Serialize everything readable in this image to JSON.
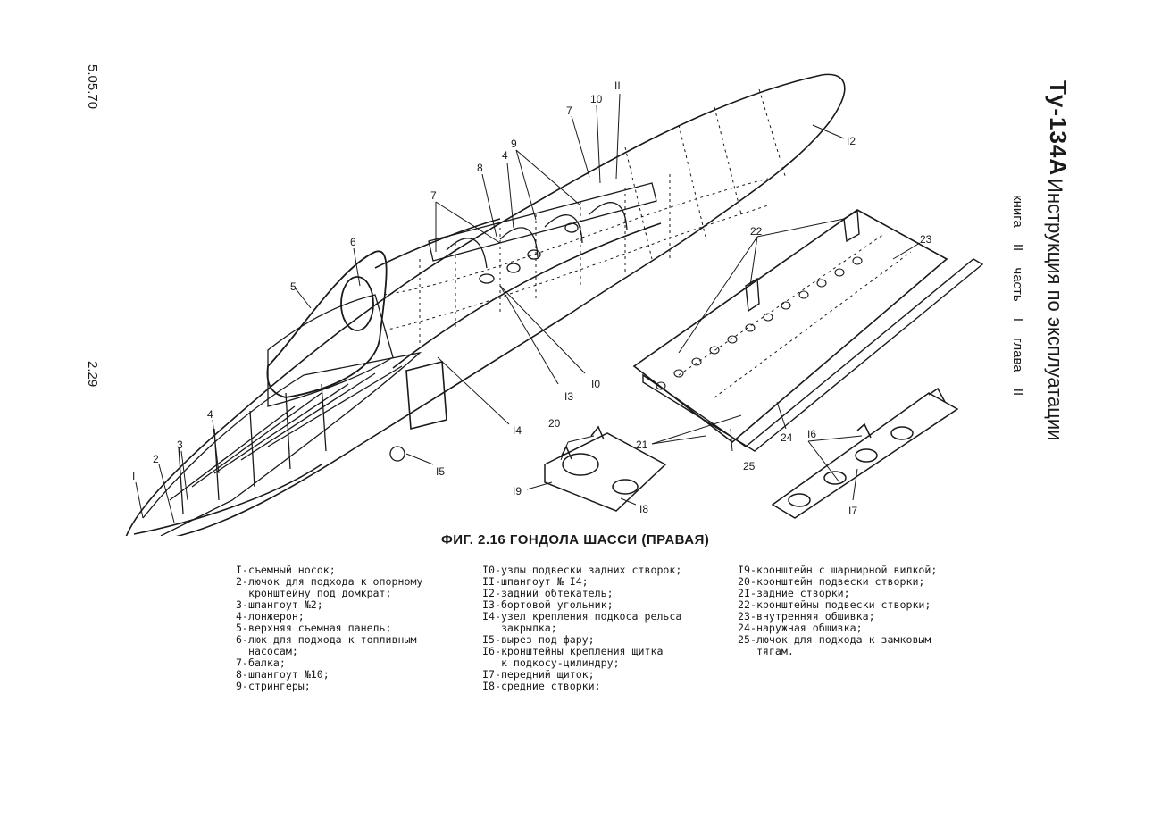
{
  "margin_left": {
    "date": "5.05.70",
    "page_number": "2.29"
  },
  "header": {
    "logo": "Ту-134А",
    "title": "Инструкция по эксплуатации",
    "subtitle": "книга II   часть I   глава II"
  },
  "figure": {
    "caption": "ФИГ. 2.16 ГОНДОЛА ШАССИ (ПРАВАЯ)",
    "callouts": {
      "c1": "I",
      "c2": "2",
      "c3": "3",
      "c4a": "4",
      "c4b": "4",
      "c5": "5",
      "c6": "6",
      "c7a": "7",
      "c7b": "7",
      "c8": "8",
      "c9": "9",
      "c10a": "10",
      "c10b": "I0",
      "c11": "II",
      "c12": "I2",
      "c13": "I3",
      "c14": "I4",
      "c15": "I5",
      "c16": "I6",
      "c17": "I7",
      "c18": "I8",
      "c19": "I9",
      "c20": "20",
      "c21": "21",
      "c22": "22",
      "c23": "23",
      "c24": "24",
      "c25": "25"
    }
  },
  "legend": {
    "col1": [
      "I-съемный носок;",
      "2-лючок для подхода к опорному",
      "  кронштейну под домкрат;",
      "3-шпангоут №2;",
      "4-лонжерон;",
      "5-верхняя съемная панель;",
      "6-люк для подхода к топливным",
      "  насосам;",
      "7-балка;",
      "8-шпангоут №10;",
      "9-стрингеры;"
    ],
    "col2": [
      "I0-узлы подвески задних створок;",
      "II-шпангоут № I4;",
      "I2-задний обтекатель;",
      "I3-бортовой угольник;",
      "I4-узел крепления подкоса рельса",
      "   закрылка;",
      "I5-вырез под фару;",
      "I6-кронштейны крепления щитка",
      "   к подкосу-цилиндру;",
      "I7-передний щиток;",
      "I8-средние створки;"
    ],
    "col3": [
      "I9-кронштейн с шарнирной вилкой;",
      "20-кронштейн подвески створки;",
      "2I-задние створки;",
      "22-кронштейны подвески створки;",
      "23-внутренняя обшивка;",
      "24-наружная обшивка;",
      "25-лючок для подхода к замковым",
      "   тягам."
    ]
  }
}
